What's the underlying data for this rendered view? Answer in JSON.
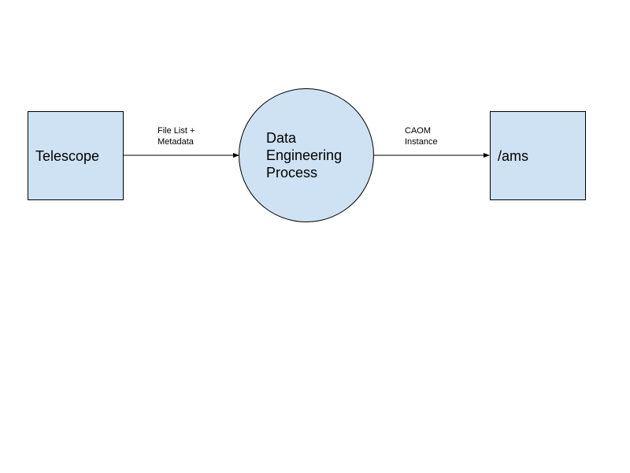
{
  "diagram": {
    "colors": {
      "node_fill": "#cfe2f3",
      "stroke": "#000000",
      "background": "#ffffff"
    },
    "nodes": [
      {
        "id": "telescope",
        "shape": "rectangle",
        "label": "Telescope"
      },
      {
        "id": "process",
        "shape": "circle",
        "label": "Data\nEngineering\nProcess"
      },
      {
        "id": "ams",
        "shape": "rectangle",
        "label": "/ams"
      }
    ],
    "edges": [
      {
        "from": "telescope",
        "to": "process",
        "label": "File List +\nMetadata"
      },
      {
        "from": "process",
        "to": "ams",
        "label": "CAOM\nInstance"
      }
    ]
  }
}
